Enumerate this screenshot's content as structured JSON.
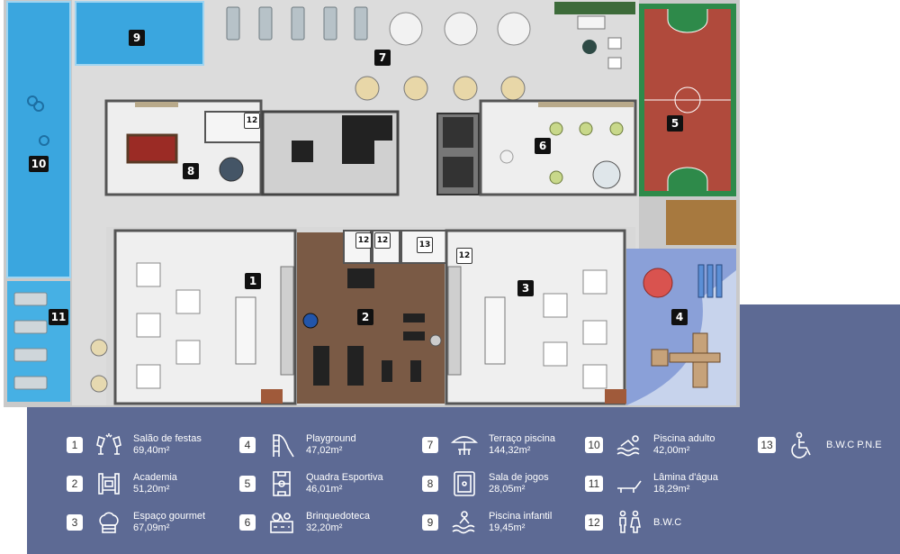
{
  "plan": {
    "badges": [
      {
        "id": "1",
        "label": "1"
      },
      {
        "id": "2",
        "label": "2"
      },
      {
        "id": "3",
        "label": "3"
      },
      {
        "id": "4",
        "label": "4"
      },
      {
        "id": "5",
        "label": "5"
      },
      {
        "id": "6",
        "label": "6"
      },
      {
        "id": "7",
        "label": "7"
      },
      {
        "id": "8",
        "label": "8"
      },
      {
        "id": "9",
        "label": "9"
      },
      {
        "id": "10",
        "label": "10"
      },
      {
        "id": "11",
        "label": "11"
      },
      {
        "id": "12a",
        "label": "12"
      },
      {
        "id": "12b",
        "label": "12"
      },
      {
        "id": "12c",
        "label": "12"
      },
      {
        "id": "12d",
        "label": "12"
      },
      {
        "id": "13",
        "label": "13"
      }
    ]
  },
  "legend": {
    "items": [
      {
        "num": "1",
        "name": "Salão de festas",
        "area": "69,40m²",
        "icon": "toast-glasses-icon"
      },
      {
        "num": "2",
        "name": "Academia",
        "area": "51,20m²",
        "icon": "gym-station-icon"
      },
      {
        "num": "3",
        "name": "Espaço gourmet",
        "area": "67,09m²",
        "icon": "chef-hat-icon"
      },
      {
        "num": "4",
        "name": "Playground",
        "area": "47,02m²",
        "icon": "slide-icon"
      },
      {
        "num": "5",
        "name": "Quadra Esportiva",
        "area": "46,01m²",
        "icon": "sports-court-icon"
      },
      {
        "num": "6",
        "name": "Brinquedoteca",
        "area": "32,20m²",
        "icon": "toy-box-icon"
      },
      {
        "num": "7",
        "name": "Terraço piscina",
        "area": "144,32m²",
        "icon": "umbrella-table-icon"
      },
      {
        "num": "8",
        "name": "Sala de jogos",
        "area": "28,05m²",
        "icon": "pool-table-icon"
      },
      {
        "num": "9",
        "name": "Piscina infantil",
        "area": "19,45m²",
        "icon": "kids-pool-icon"
      },
      {
        "num": "10",
        "name": "Piscina adulto",
        "area": "42,00m²",
        "icon": "swimmer-icon"
      },
      {
        "num": "11",
        "name": "Lâmina d'água",
        "area": "18,29m²",
        "icon": "sun-lounger-icon"
      },
      {
        "num": "12",
        "name": "B.W.C",
        "area": "",
        "icon": "restroom-icon"
      },
      {
        "num": "13",
        "name": "B.W.C P.N.E",
        "area": "",
        "icon": "wheelchair-icon"
      }
    ]
  },
  "colors": {
    "legend_bg": "#5d6a94",
    "pool": "#3aa6df",
    "court": "#b04a3c",
    "court_green": "#2e8a4a",
    "playground": "#8aa0d8",
    "floor": "#dedede",
    "wood": "#7a5a45"
  }
}
